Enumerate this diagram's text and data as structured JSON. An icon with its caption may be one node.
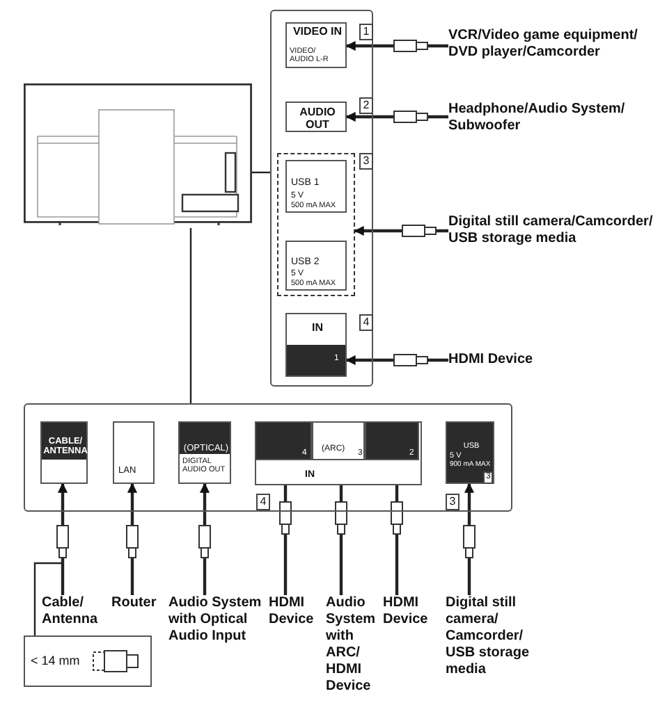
{
  "diagram": {
    "nodes": [
      {
        "text": [],
        "shape": "picture"
      },
      {
        "text": [],
        "shape": "box"
      },
      {
        "text": [],
        "shape": "box"
      },
      {
        "text": [
          "VIDEO IN",
          "VIDEO/ AUDIO L-R"
        ],
        "in": 1,
        "beside": [
          "1"
        ]
      },
      {
        "text": [
          "AUDIO OUT"
        ],
        "in": 1,
        "beside": [
          "2"
        ]
      },
      {
        "text": [],
        "shape": "box",
        "in": 1,
        "beside": [
          "3"
        ]
      },
      {
        "text": [
          "USB 1",
          "5 V",
          "500 mA MAX"
        ],
        "in": 5
      },
      {
        "text": [
          "USB 2",
          "5 V",
          "500 mA MAX"
        ],
        "in": 5
      },
      {
        "text": [
          "IN",
          "1"
        ],
        "in": 1,
        "beside": [
          "4"
        ]
      },
      {
        "text": [
          "VCR/Video game equipment/ DVD player/Camcorder"
        ]
      },
      {
        "text": [
          "Headphone/Audio System/ Subwoofer"
        ]
      },
      {
        "text": [
          "Digital still camera/Camcorder/ USB storage media"
        ]
      },
      {
        "text": [
          "HDMI Device"
        ]
      },
      {
        "text": [
          "CABLE/ ANTENNA"
        ],
        "in": 2
      },
      {
        "text": [
          "LAN"
        ],
        "in": 2
      },
      {
        "text": [
          "(OPTICAL)",
          "DIGITAL AUDIO OUT"
        ],
        "in": 2
      },
      {
        "text": [
          "IN"
        ],
        "in": 2,
        "beside": [
          "4"
        ]
      },
      {
        "text": [
          "4"
        ],
        "in": 16
      },
      {
        "text": [
          "(ARC)",
          "3"
        ],
        "in": 16
      },
      {
        "text": [
          "2"
        ],
        "in": 16
      },
      {
        "text": [
          "USB",
          "5 V",
          "900 mA MAX",
          "3"
        ],
        "in": 2,
        "beside": [
          "3"
        ]
      },
      {
        "text": [
          "Cable/ Antenna"
        ]
      },
      {
        "text": [
          "Router"
        ]
      },
      {
        "text": [
          "Audio System with Optical Audio Input"
        ]
      },
      {
        "text": [
          "HDMI Device"
        ]
      },
      {
        "text": [
          "Audio System with ARC/ HDMI Device"
        ]
      },
      {
        "text": [
          "HDMI Device"
        ]
      },
      {
        "text": [
          "Digital still camera/ Camcorder/ USB storage media"
        ]
      },
      {
        "text": [
          "< 14 mm"
        ]
      }
    ],
    "edges": [
      {
        "from": 0,
        "to": 1,
        "arrow": "none"
      },
      {
        "from": 0,
        "to": 2,
        "arrow": "none"
      },
      {
        "from": 9,
        "to": 3,
        "arrow": "to"
      },
      {
        "from": 10,
        "to": 4,
        "arrow": "to"
      },
      {
        "from": 11,
        "to": 5,
        "arrow": "to"
      },
      {
        "from": 12,
        "to": 8,
        "arrow": "to"
      },
      {
        "from": 21,
        "to": 13,
        "arrow": "to"
      },
      {
        "from": 22,
        "to": 14,
        "arrow": "to"
      },
      {
        "from": 23,
        "to": 15,
        "arrow": "to"
      },
      {
        "from": 24,
        "to": 17,
        "arrow": "to"
      },
      {
        "from": 25,
        "to": 18,
        "arrow": "to"
      },
      {
        "from": 26,
        "to": 19,
        "arrow": "to"
      },
      {
        "from": 27,
        "to": 20,
        "arrow": "to"
      },
      {
        "from": 28,
        "to": null,
        "arrow": "none"
      }
    ]
  }
}
